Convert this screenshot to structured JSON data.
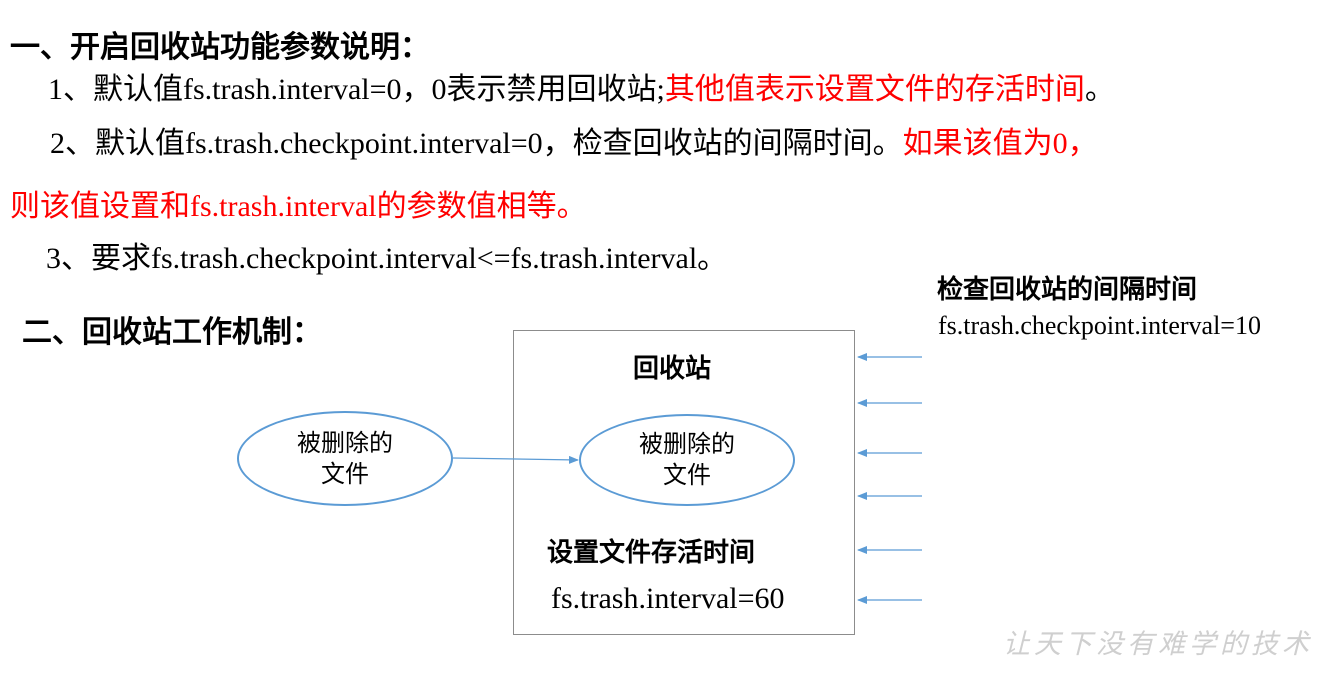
{
  "section1": {
    "title": "一、开启回收站功能参数说明：",
    "item1": {
      "prefix": "1、默认值fs.trash.interval=0，0表示禁用回收站;",
      "highlight": "其他值表示设置文件的存活时间",
      "suffix": "。"
    },
    "item2": {
      "text": "2、默认值fs.trash.checkpoint.interval=0，检查回收站的间隔时间。",
      "highlight_line1": "如果该值为0，",
      "highlight_line2": "则该值设置和fs.trash.interval的参数值相等。"
    },
    "item3": "3、要求fs.trash.checkpoint.interval<=fs.trash.interval。"
  },
  "section2": {
    "title": "二、回收站工作机制："
  },
  "diagram": {
    "deleted_file_line1": "被删除的",
    "deleted_file_line2": "文件",
    "recycle_bin_label": "回收站",
    "recycled_file_line1": "被删除的",
    "recycled_file_line2": "文件",
    "retention_label": "设置文件存活时间",
    "retention_value": "fs.trash.interval=60",
    "checkpoint_label": "检查回收站的间隔时间",
    "checkpoint_value": "fs.trash.checkpoint.interval=10"
  },
  "watermark": "让天下没有难学的技术",
  "colors": {
    "highlight": "#ff0000",
    "ellipse_stroke": "#5b9bd5",
    "box_border": "#8c8c8c",
    "arrow": "#5b9bd5"
  }
}
